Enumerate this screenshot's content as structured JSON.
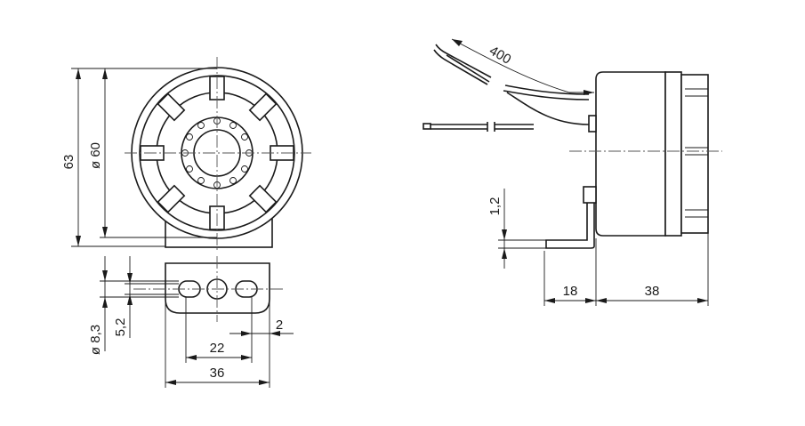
{
  "dimensions": {
    "overall_height": "63",
    "housing_diameter": "ø 60",
    "hole_diameter": "ø 8,3",
    "slot_width": "5,2",
    "hole_spacing": "22",
    "edge_offset": "2",
    "bracket_width": "36",
    "cable_length": "400",
    "bracket_thickness": "1,2",
    "bracket_depth": "18",
    "housing_depth": "38"
  }
}
